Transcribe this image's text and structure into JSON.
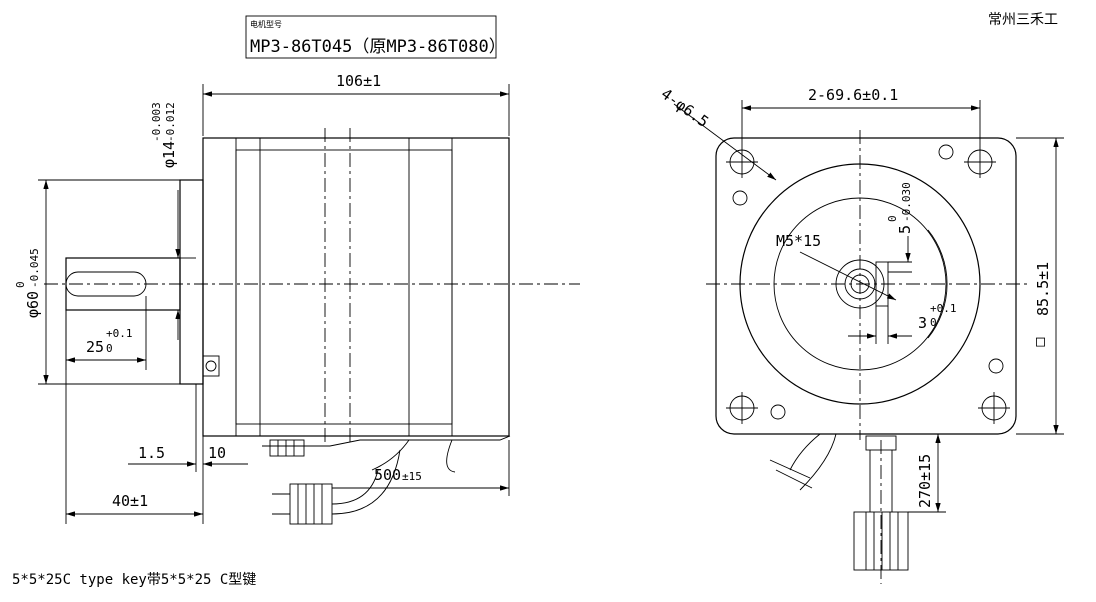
{
  "title_box": {
    "model_label": "电机型号",
    "model": "MP3-86T045（原MP3-86T080）"
  },
  "watermark": "常州三禾工",
  "side_view": {
    "length": "106±1",
    "shaft_dia_main": "φ14",
    "shaft_dia_upper": "-0.003",
    "shaft_dia_lower": "-0.012",
    "flange_dia_main": "φ60",
    "flange_dia_upper": "0",
    "flange_dia_lower": "-0.045",
    "key_len_main": "25",
    "key_len_upper": "+0.1",
    "key_len_lower": "0",
    "flange_thk": "1.5",
    "flange_len": "10",
    "shaft_len": "40±1",
    "lead_len_main": "500",
    "lead_len_tol": "±15"
  },
  "front_view": {
    "mount_holes": "4-φ6.5",
    "hole_spacing": "2-69.6±0.1",
    "thread": "M5*15",
    "key_w_main": "5",
    "key_w_upper": "0",
    "key_w_lower": "-0.030",
    "key_d_main": "3",
    "key_d_upper": "+0.1",
    "key_d_lower": "0",
    "square_symbol": "□",
    "square_size": "85.5±1",
    "lead_len": "270±15"
  },
  "footer_note": "5*5*25C type key带5*5*25 C型键"
}
